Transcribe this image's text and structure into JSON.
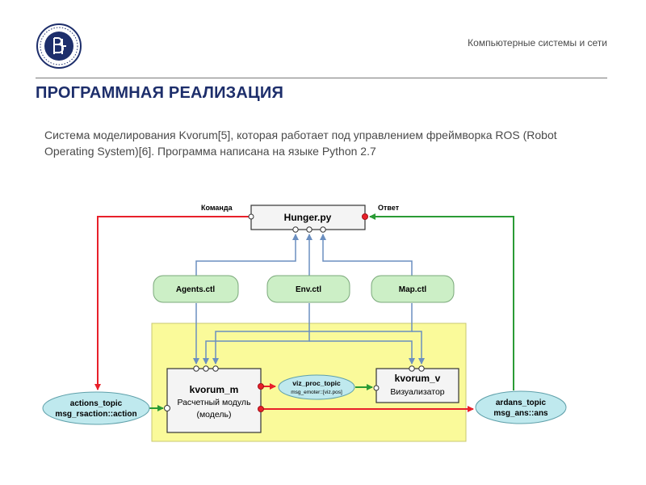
{
  "header": {
    "logo_name": "hse-logo",
    "org_text": "Компьютерные системы и сети"
  },
  "slide": {
    "title": "ПРОГРАММНАЯ РЕАЛИЗАЦИЯ",
    "intro": "Система моделирования Kvorum[5], которая работает под управлением фреймворка ROS (Robot Operating System)[6]. Программа написана на языке Python 2.7"
  },
  "diagram": {
    "hunger": {
      "label": "Hunger.py"
    },
    "label_command": "Команда",
    "label_answer": "Ответ",
    "agents": {
      "label": "Agents.ctl"
    },
    "env": {
      "label": "Env.ctl"
    },
    "map": {
      "label": "Map.ctl"
    },
    "kvorum_m": {
      "title": "kvorum_m",
      "line1": "Расчетный модуль",
      "line2": "(модель)"
    },
    "kvorum_v": {
      "title": "kvorum_v",
      "line1": "Визуализатор"
    },
    "viz_topic": {
      "line1": "viz_proc_topic",
      "line2": "msg_emoter::[viz.pos]"
    },
    "actions_topic": {
      "line1": "actions_topic",
      "line2": "msg_rsaction::action"
    },
    "ardans_topic": {
      "line1": "ardans_topic",
      "line2": "msg_ans::ans"
    },
    "colors": {
      "red": "#e8202a",
      "green": "#2a9b35",
      "blue": "#6b8fc0",
      "yellow_area": "#fafa9a",
      "ctl_fill": "#ccefc6",
      "topic_fill": "#bfe9ee"
    }
  }
}
